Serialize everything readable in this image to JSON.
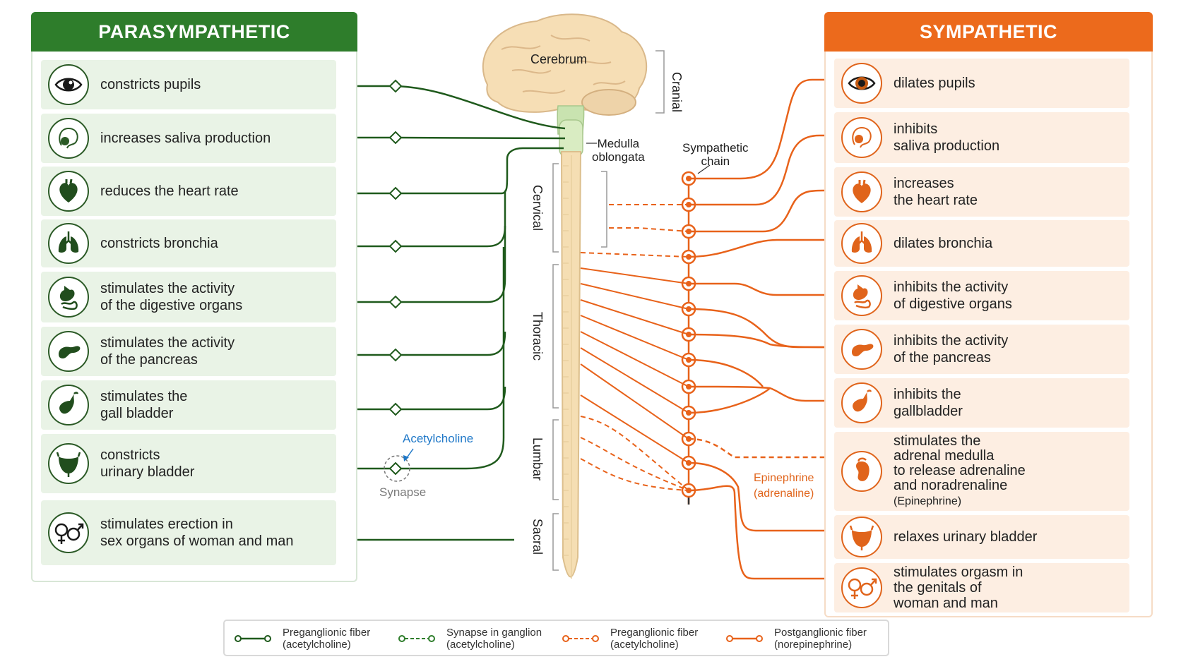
{
  "parasympathetic": {
    "title": "PARASYMPATHETIC",
    "items": [
      {
        "text": "constricts pupils",
        "icon": "eye-icon"
      },
      {
        "text": "increases saliva production",
        "icon": "salivary-gland-icon"
      },
      {
        "text": "reduces the heart rate",
        "icon": "heart-icon"
      },
      {
        "text": "constricts bronchia",
        "icon": "lungs-icon"
      },
      {
        "text": "stimulates the activity\nof the digestive organs",
        "icon": "stomach-icon"
      },
      {
        "text": "stimulates the activity\nof the pancreas",
        "icon": "pancreas-icon"
      },
      {
        "text": "stimulates the\ngall bladder",
        "icon": "gallbladder-icon"
      },
      {
        "text": "constricts\nurinary bladder",
        "icon": "urinary-bladder-icon"
      },
      {
        "text": "stimulates erection in\nsex organs of woman and man",
        "icon": "gender-symbols-icon"
      }
    ]
  },
  "sympathetic": {
    "title": "SYMPATHETIC",
    "items": [
      {
        "text": "dilates pupils",
        "icon": "eye-icon"
      },
      {
        "text": "inhibits\nsaliva production",
        "icon": "salivary-gland-icon"
      },
      {
        "text": "increases\nthe heart rate",
        "icon": "heart-icon"
      },
      {
        "text": "dilates bronchia",
        "icon": "lungs-icon"
      },
      {
        "text": "inhibits the activity\nof digestive organs",
        "icon": "stomach-icon"
      },
      {
        "text": "inhibits the activity\nof the pancreas",
        "icon": "pancreas-icon"
      },
      {
        "text": "inhibits the\ngallbladder",
        "icon": "gallbladder-icon"
      },
      {
        "text": "stimulates the\nadrenal medulla\nto release adrenaline\nand noradrenaline",
        "small": "(Epinephrine)",
        "icon": "adrenal-gland-icon"
      },
      {
        "text": "relaxes urinary bladder",
        "icon": "urinary-bladder-icon"
      },
      {
        "text": "stimulates orgasm in\nthe genitals of\nwoman and man",
        "icon": "gender-symbols-icon"
      }
    ]
  },
  "labels": {
    "cerebrum": "Cerebrum",
    "medulla": "Medulla\noblongata",
    "cranial": "Cranial",
    "cervical": "Cervical",
    "thoracic": "Thoracic",
    "lumbar": "Lumbar",
    "sacral": "Sacral",
    "sympathetic_chain": "Sympathetic\nchain",
    "acetylcholine": "Acetylcholine",
    "synapse": "Synapse",
    "epinephrine": "Epinephrine\n(adrenaline)"
  },
  "legend": [
    {
      "text": "Preganglionic fiber\n(acetylcholine)",
      "style": "green-solid"
    },
    {
      "text": "Synapse in ganglion\n(acetylcholine)",
      "style": "green-dashed"
    },
    {
      "text": "Preganglionic fiber\n(acetylcholine)",
      "style": "orange-dashed"
    },
    {
      "text": "Postganglionic fiber\n(norepinephrine)",
      "style": "orange-solid"
    }
  ],
  "colors": {
    "parasympathetic": "#2e7d2b",
    "parasympathetic_dark": "#1f5a1c",
    "sympathetic": "#ec6a1c",
    "acetylcholine_label": "#1f78c8",
    "spine": "#f5deb3"
  }
}
